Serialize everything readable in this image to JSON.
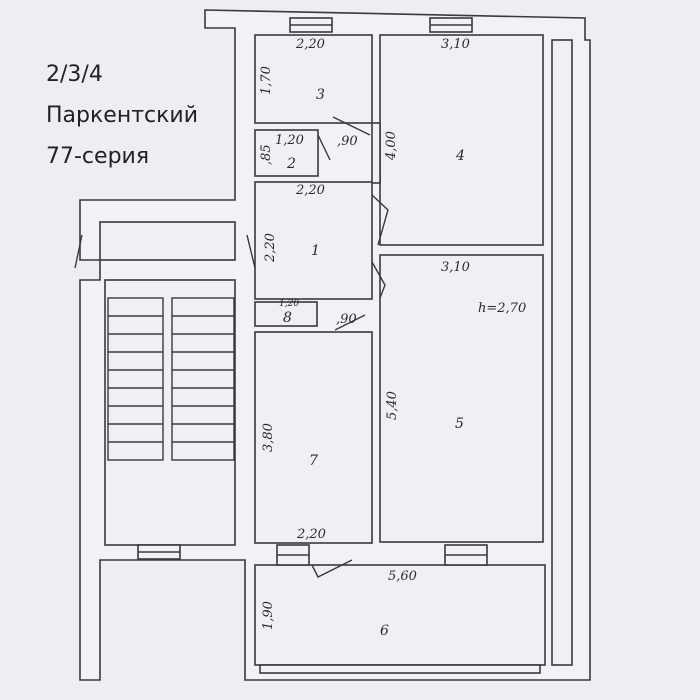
{
  "caption": {
    "line1": "2/3/4",
    "line2": "Паркентский",
    "line3": "77-серия"
  },
  "rooms": {
    "r1": "1",
    "r2": "2",
    "r3": "3",
    "r4": "4",
    "r5": "5",
    "r6": "6",
    "r7": "7",
    "r8": "8"
  },
  "dimensions": {
    "r3_w": "2,20",
    "r3_h": "1,70",
    "r2_w": "1,20",
    "r2_h": ",85",
    "door_a": ",90",
    "r1_w": "2,20",
    "r1_h": "2,20",
    "r4_w": "3,10",
    "r4_h": "4,00",
    "r5_w": "3,10",
    "r5_h": "5,40",
    "ceiling": "h=2,70",
    "r8_w": "1,20",
    "door_b": ",90",
    "r7_h": "3,80",
    "r7_w": "2,20",
    "r6_w": "5,60",
    "r6_h": "1,90"
  }
}
